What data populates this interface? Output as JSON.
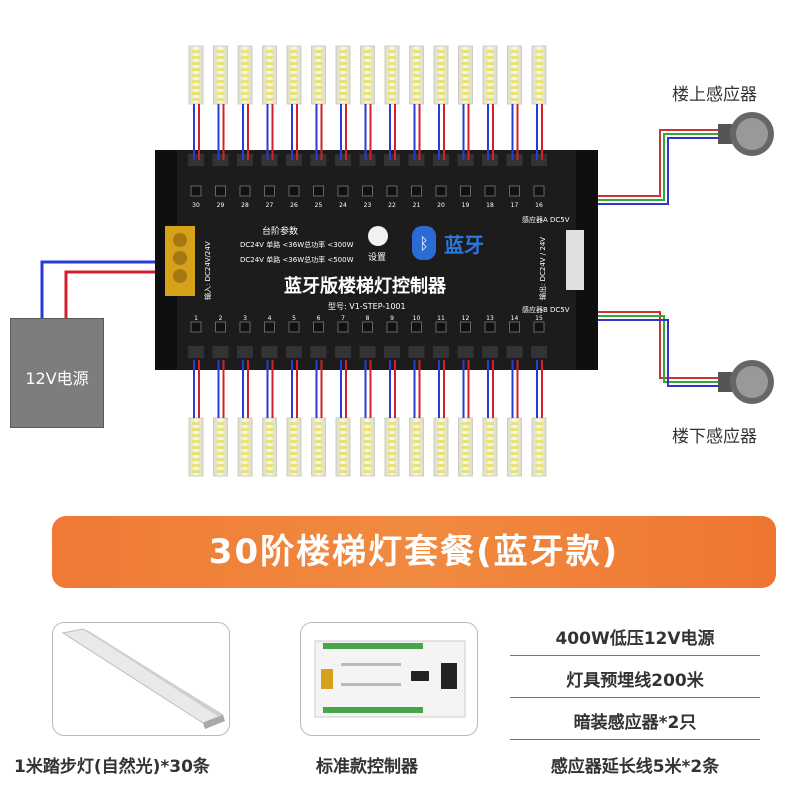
{
  "diagram": {
    "power_supply_label": "12V电源",
    "upstairs_sensor_label": "楼上感应器",
    "downstairs_sensor_label": "楼下感应器",
    "controller": {
      "brand_text": "蓝牙",
      "title": "蓝牙版楼梯灯控制器",
      "model": "型号: V1-STEP-1001",
      "param_header": "台阶参数",
      "param_line_1": "DC24V 单路 <36W总功率 <300W",
      "param_line_2": "DC24V 单路 <36W总功率 <500W",
      "input_label": "输入: DC24V/24V",
      "set_button_label": "设置",
      "sensor_a_label": "感应器A DC5V",
      "sensor_b_label": "感应器B DC5V",
      "right_power_label": "输出: DC24V / 24V",
      "top_channels": [
        "30",
        "29",
        "28",
        "27",
        "26",
        "25",
        "24",
        "23",
        "22",
        "21",
        "20",
        "19",
        "18",
        "17",
        "16"
      ],
      "bottom_channels": [
        "1",
        "2",
        "3",
        "4",
        "5",
        "6",
        "7",
        "8",
        "9",
        "10",
        "11",
        "12",
        "13",
        "14",
        "15"
      ]
    }
  },
  "banner": {
    "title": "30阶楼梯灯套餐(蓝牙款)"
  },
  "products": {
    "light_caption": "1米踏步灯(自然光)*30条",
    "controller_caption": "标准款控制器"
  },
  "specs": [
    "400W低压12V电源",
    "灯具预埋线200米",
    "暗装感应器*2只",
    "感应器延长线5米*2条"
  ],
  "colors": {
    "banner": "#ef7a35",
    "wire_red": "#d4202a",
    "wire_blue": "#2a3bd6",
    "board": "#1c1c1c",
    "psu": "#7d7d7d"
  }
}
